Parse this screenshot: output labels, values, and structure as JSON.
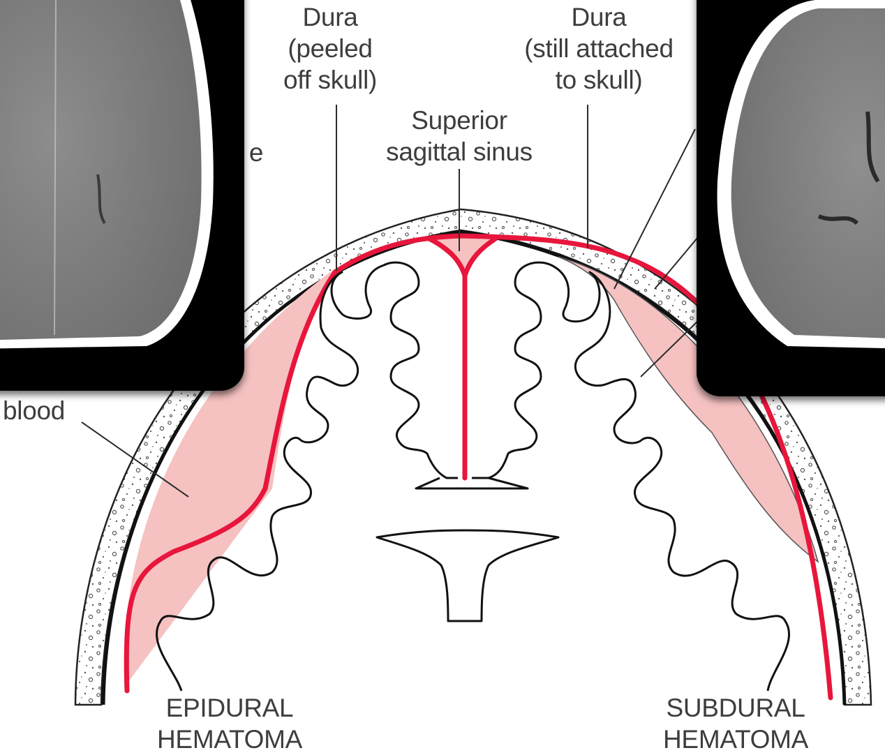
{
  "labels": {
    "dura_left": "Dura\n(peeled\noff skull)",
    "dura_right": "Dura\n(still attached\nto skull)",
    "sinus": "Superior\nsagittal sinus",
    "partial_fragment": "e",
    "blood": "blood",
    "epidural": "EPIDURAL\nHEMATOMA",
    "subdural": "SUBDURAL\nHEMATOMA"
  },
  "ct_images": {
    "left": {
      "description_icon": "ct-scan-axial-left"
    },
    "right": {
      "description_icon": "ct-scan-axial-right"
    }
  },
  "colors": {
    "dura_red": "#e8163c",
    "blood_pink": "#f6c1c1",
    "outline": "#111111",
    "label_text": "#3d3d3d",
    "ct_background": "#000000",
    "ct_brain_gray": "#8a8a8a"
  }
}
